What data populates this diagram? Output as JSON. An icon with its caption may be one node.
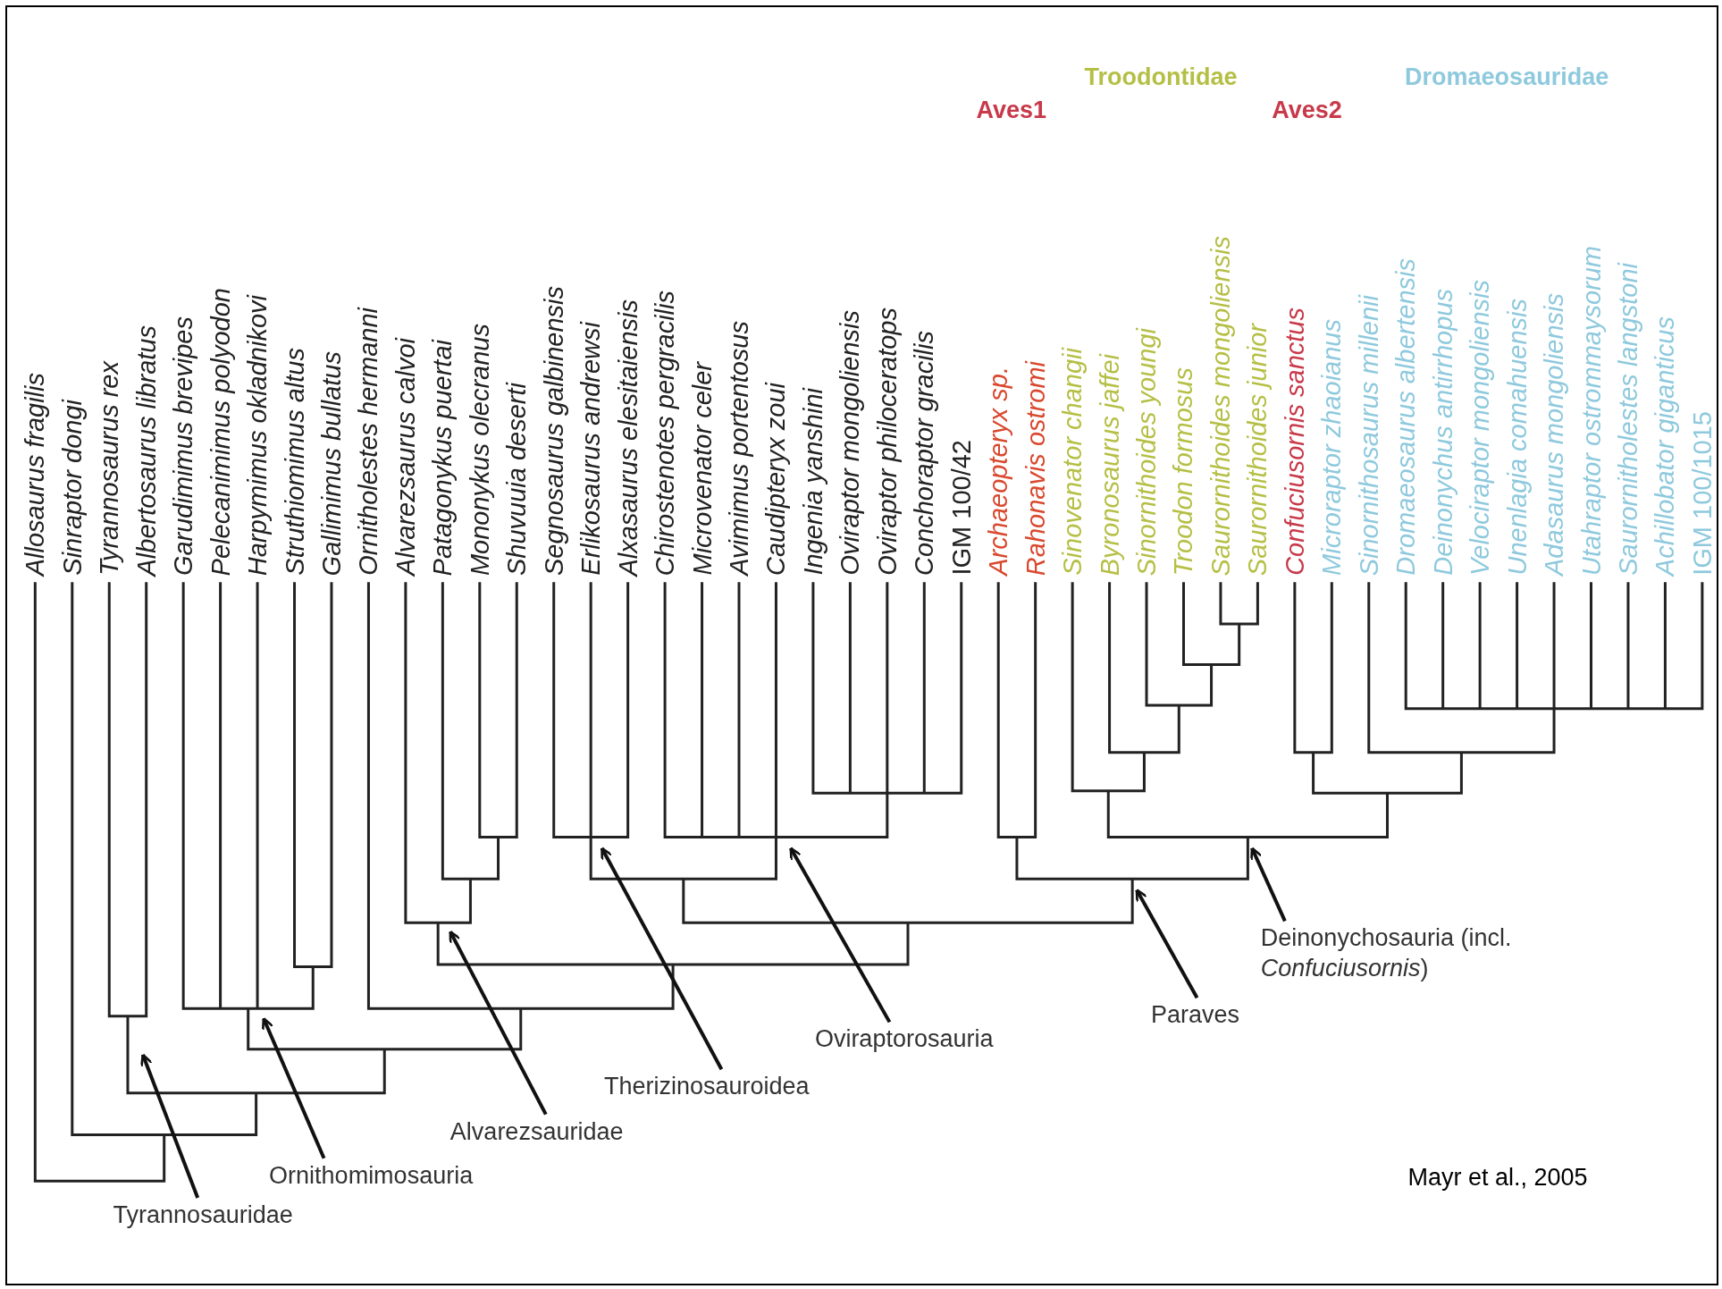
{
  "diagram": {
    "nodes": [
      {
        "text": [
          "Tyrannosauridae"
        ]
      },
      {
        "text": [
          "Ornithomimosauria"
        ]
      },
      {
        "text": [
          "Alvarezsauridae"
        ]
      },
      {
        "text": [
          "Therizinosauroidea"
        ]
      },
      {
        "text": [
          "Oviraptorosauria"
        ]
      },
      {
        "text": [
          "Paraves"
        ]
      },
      {
        "text": [
          "Deinonychosauria (incl. *Confuciusornis*)"
        ]
      }
    ],
    "edges": [
      {
        "from": 0,
        "to": null,
        "arrow": "to"
      },
      {
        "from": 1,
        "to": null,
        "arrow": "to"
      },
      {
        "from": 2,
        "to": null,
        "arrow": "to"
      },
      {
        "from": 3,
        "to": null,
        "arrow": "to"
      },
      {
        "from": 4,
        "to": null,
        "arrow": "to"
      },
      {
        "from": 5,
        "to": null,
        "arrow": "to"
      },
      {
        "from": 6,
        "to": null,
        "arrow": "to"
      }
    ],
    "labels": [
      "Troodontidae",
      "Dromaeosauridae",
      "Aves1",
      "Aves2",
      "Allosaurus fragilis",
      "Sinraptor dongi",
      "Tyrannosaurus rex",
      "Albertosaurus libratus",
      "Garudimimus brevipes",
      "Pelecanimimus polyodon",
      "Harpymimus okladnikovi",
      "Struthiomimus altus",
      "Gallimimus bullatus",
      "Ornitholestes hermanni",
      "Alvarezsaurus calvoi",
      "Patagonykus puertai",
      "Mononykus olecranus",
      "Shuvuuia deserti",
      "Segnosaurus galbinensis",
      "Erlikosaurus andrewsi",
      "Alxasaurus elesitaiensis",
      "Chirostenotes pergracilis",
      "Microvenator celer",
      "Avimimus portentosus",
      "Caudipteryx zoui",
      "Ingenia yanshini",
      "Oviraptor mongoliensis",
      "Oviraptor philoceratops",
      "Conchoraptor gracilis",
      "IGM 100/42",
      "Archaeopteryx sp.",
      "Rahonavis ostromi",
      "Sinovenator changii",
      "Byronosaurus jaffei",
      "Sinornithoides youngi",
      "Troodon formosus",
      "Saurornithoides mongoliensis",
      "Saurornithoides junior",
      "Confuciusornis sanctus",
      "Microraptor zhaoianus",
      "Sinornithosaurus millenii",
      "Dromaeosaurus albertensis",
      "Deinonychus antirrhopus",
      "Velociraptor mongoliensis",
      "Unenlagia comahuensis",
      "Adasaurus mongoliensis",
      "Utahraptor ostrommaysorum",
      "Saurornitholestes langstoni",
      "Achillobator giganticus",
      "IGM 100/1015",
      "Mayr et al., 2005"
    ]
  }
}
